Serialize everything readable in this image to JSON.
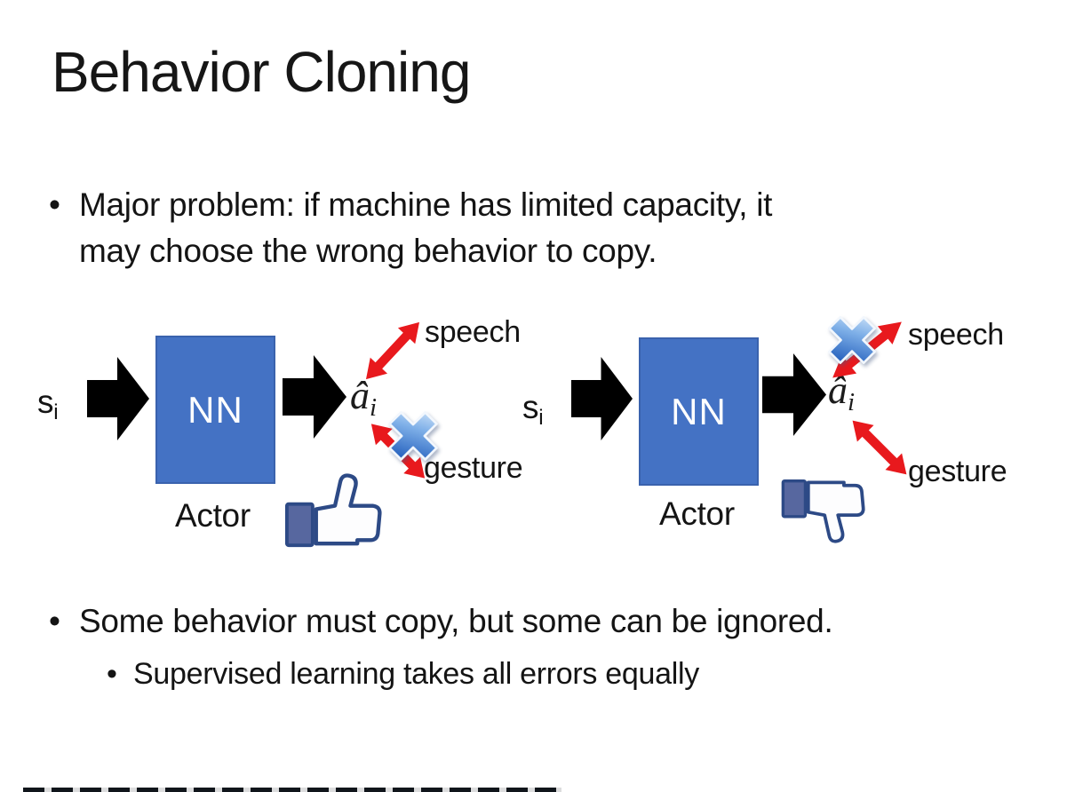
{
  "slide": {
    "title": "Behavior Cloning",
    "bullet_char": "•",
    "bullets": {
      "major_problem": {
        "lines": [
          "Major problem: if machine has limited capacity, it",
          "may choose the wrong behavior to copy."
        ]
      },
      "some_behavior": "Some behavior must copy, but some can be ignored.",
      "supervised": "Supervised learning takes all errors equally"
    }
  },
  "diagram": {
    "input_label": "s",
    "input_subscript": "i",
    "nn_label": "NN",
    "actor_label": "Actor",
    "output_label": "â",
    "output_subscript": "i",
    "speech_label": "speech",
    "gesture_label": "gesture"
  },
  "icons": {
    "block_arrow": "black-right-block-arrow",
    "double_arrow": "red-double-headed-arrow",
    "cross": "blue-glossy-cross-rejected",
    "thumbs_up": "facebook-like-thumbs-up",
    "thumbs_down": "facebook-dislike-thumbs-down"
  },
  "colors": {
    "nn_box_fill": "#4472c4",
    "nn_box_border": "#3a62ad",
    "arrow_black": "#000000",
    "arrow_red": "#e8191d",
    "cross_blue": "#2a65c0",
    "thumb_outline": "#2d4a86",
    "thumb_cuff": "#57679f",
    "text": "#141414"
  }
}
